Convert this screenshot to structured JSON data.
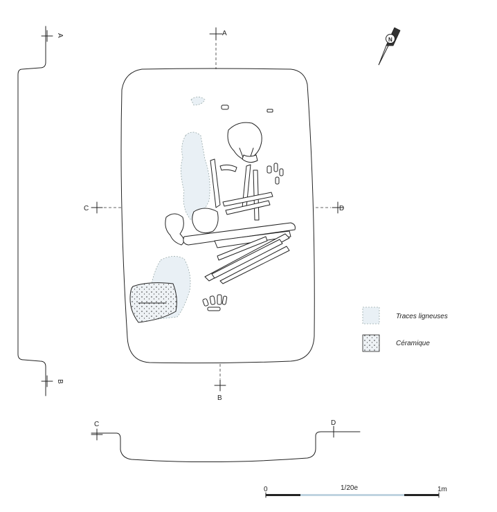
{
  "section_labels": {
    "a_left": "A",
    "b_left": "B",
    "a_top": "A",
    "b_bottom": "B",
    "c_mid": "C",
    "d_mid": "D",
    "c_profile": "C",
    "d_profile": "D"
  },
  "north_arrow": {
    "icon": "north-arrow-icon",
    "letter": "N"
  },
  "legend": {
    "items": [
      {
        "label": "Traces ligneuses",
        "swatch": "wood-traces"
      },
      {
        "label": "Céramique",
        "swatch": "ceramic-dotted"
      }
    ]
  },
  "scale_bar": {
    "start_label": "0",
    "ratio_label": "1/20e",
    "end_label": "1m",
    "colors": {
      "dark": "#222222",
      "light": "#bfd3e0"
    }
  },
  "colors": {
    "line": "#222222",
    "wood_fill": "#e9f0f5",
    "ceramic_fill": "#eef2f5"
  }
}
